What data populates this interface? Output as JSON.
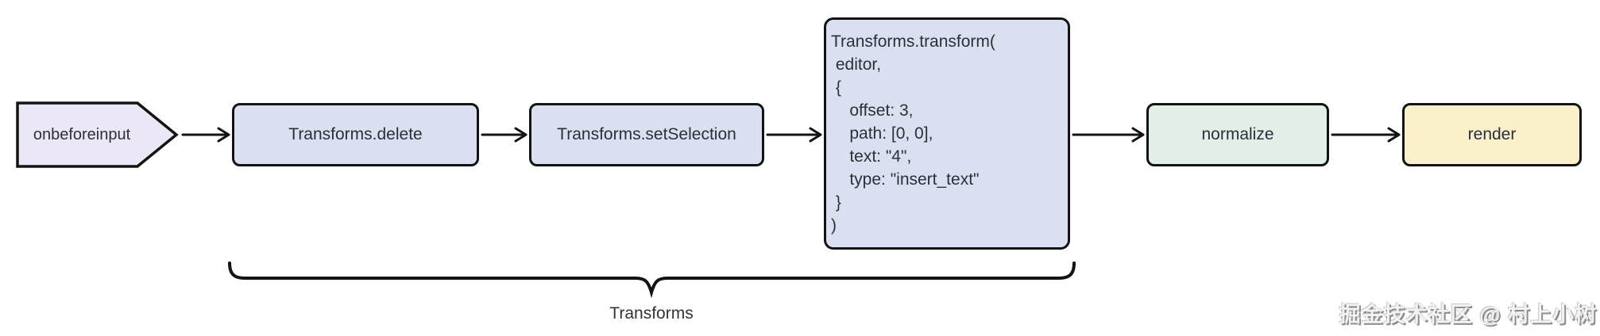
{
  "flow": {
    "start": {
      "label": "onbeforeinput"
    },
    "steps": [
      {
        "label": "Transforms.delete"
      },
      {
        "label": "Transforms.setSelection"
      },
      {
        "code": "Transforms.transform(\n editor,\n {\n    offset: 3,\n    path: [0, 0],\n    text: \"4\",\n    type: \"insert_text\"\n }\n)"
      },
      {
        "label": "normalize"
      },
      {
        "label": "render"
      }
    ],
    "group_label": "Transforms"
  },
  "watermark": {
    "text": "掘金技术社区 @ 村上小树"
  },
  "colors": {
    "pentagon_fill": "#ece7f6",
    "blue_fill": "#dbe0f0",
    "green_fill": "#e2efe6",
    "yellow_fill": "#faf0cb",
    "stroke": "#131313",
    "text": "#2b2f3c"
  }
}
